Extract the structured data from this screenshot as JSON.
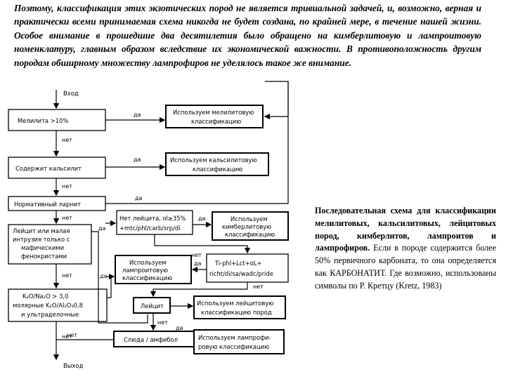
{
  "intro_text": "Поэтому, классификация этих экзотических пород не является тривиальной задачей, и, возможно, верная и практически всеми принимаемая схема никогда не будет создана, по крайней мере, в течение нашей жизни. Особое внимание в прошедшие два десятилетия было обращено на кимберлитовую и лампроитовую номенклатуру, главным образом вследствие их экономической важности. В противоположность другим породам обширному множеству лампрофиров не уделялось такое же внимание.",
  "caption": {
    "title": "Последовательная схема для классификации мелилитовых, кальсилитовых, лейцитовых пород, кимберлитов, лампроитов и лампрофиров.",
    "body": "Если в породе содержится более 50% первичного карбоната, то она определяется как КАРБОНАТИТ. Где возможно, использованы символы по Р. Кретцу (Kretz, 1983)"
  },
  "flowchart": {
    "start_label": "Вход",
    "end_label": "Выход",
    "yes_label": "да",
    "no_label": "нет",
    "decisions": {
      "melilite": "Мелилита >10%",
      "kalsilite": "Содержит кальсилит",
      "larnite": "Нормативный ларнит",
      "leucite_intrusion": [
        "Лейцит или малая",
        "интрузия только с",
        "мафическими",
        "фенокристами"
      ],
      "no_leucite": [
        "Нет лейцита, ol≥35%",
        "+mtc/phl/carb/srp/di"
      ],
      "ti_phl": [
        "Ti-phl+Lct+oL+",
        "richt/di/sa/wadc/pride"
      ],
      "k2o": [
        "K₂O/Na₂O > 3,0",
        "молярные K₂O/Al₂O₃0,8",
        "и ультраделочные"
      ],
      "leucite": "Лейцит",
      "mica": "Слюда / амфибол"
    },
    "results": {
      "melilite": [
        "Используем мелилитовую",
        "классификацию"
      ],
      "kalsilite": [
        "Используем кальсилитовую",
        "классификацию"
      ],
      "kimberlite": [
        "Используем",
        "кимберлитовую",
        "классификацию"
      ],
      "lamproite": [
        "Используем",
        "лампроитовую",
        "классификацию"
      ],
      "leucite": [
        "Используем лейцитовую",
        "классификацию пород"
      ],
      "lamprophyre": [
        "Используем лампрофи-",
        "ровую классификацию"
      ]
    }
  }
}
